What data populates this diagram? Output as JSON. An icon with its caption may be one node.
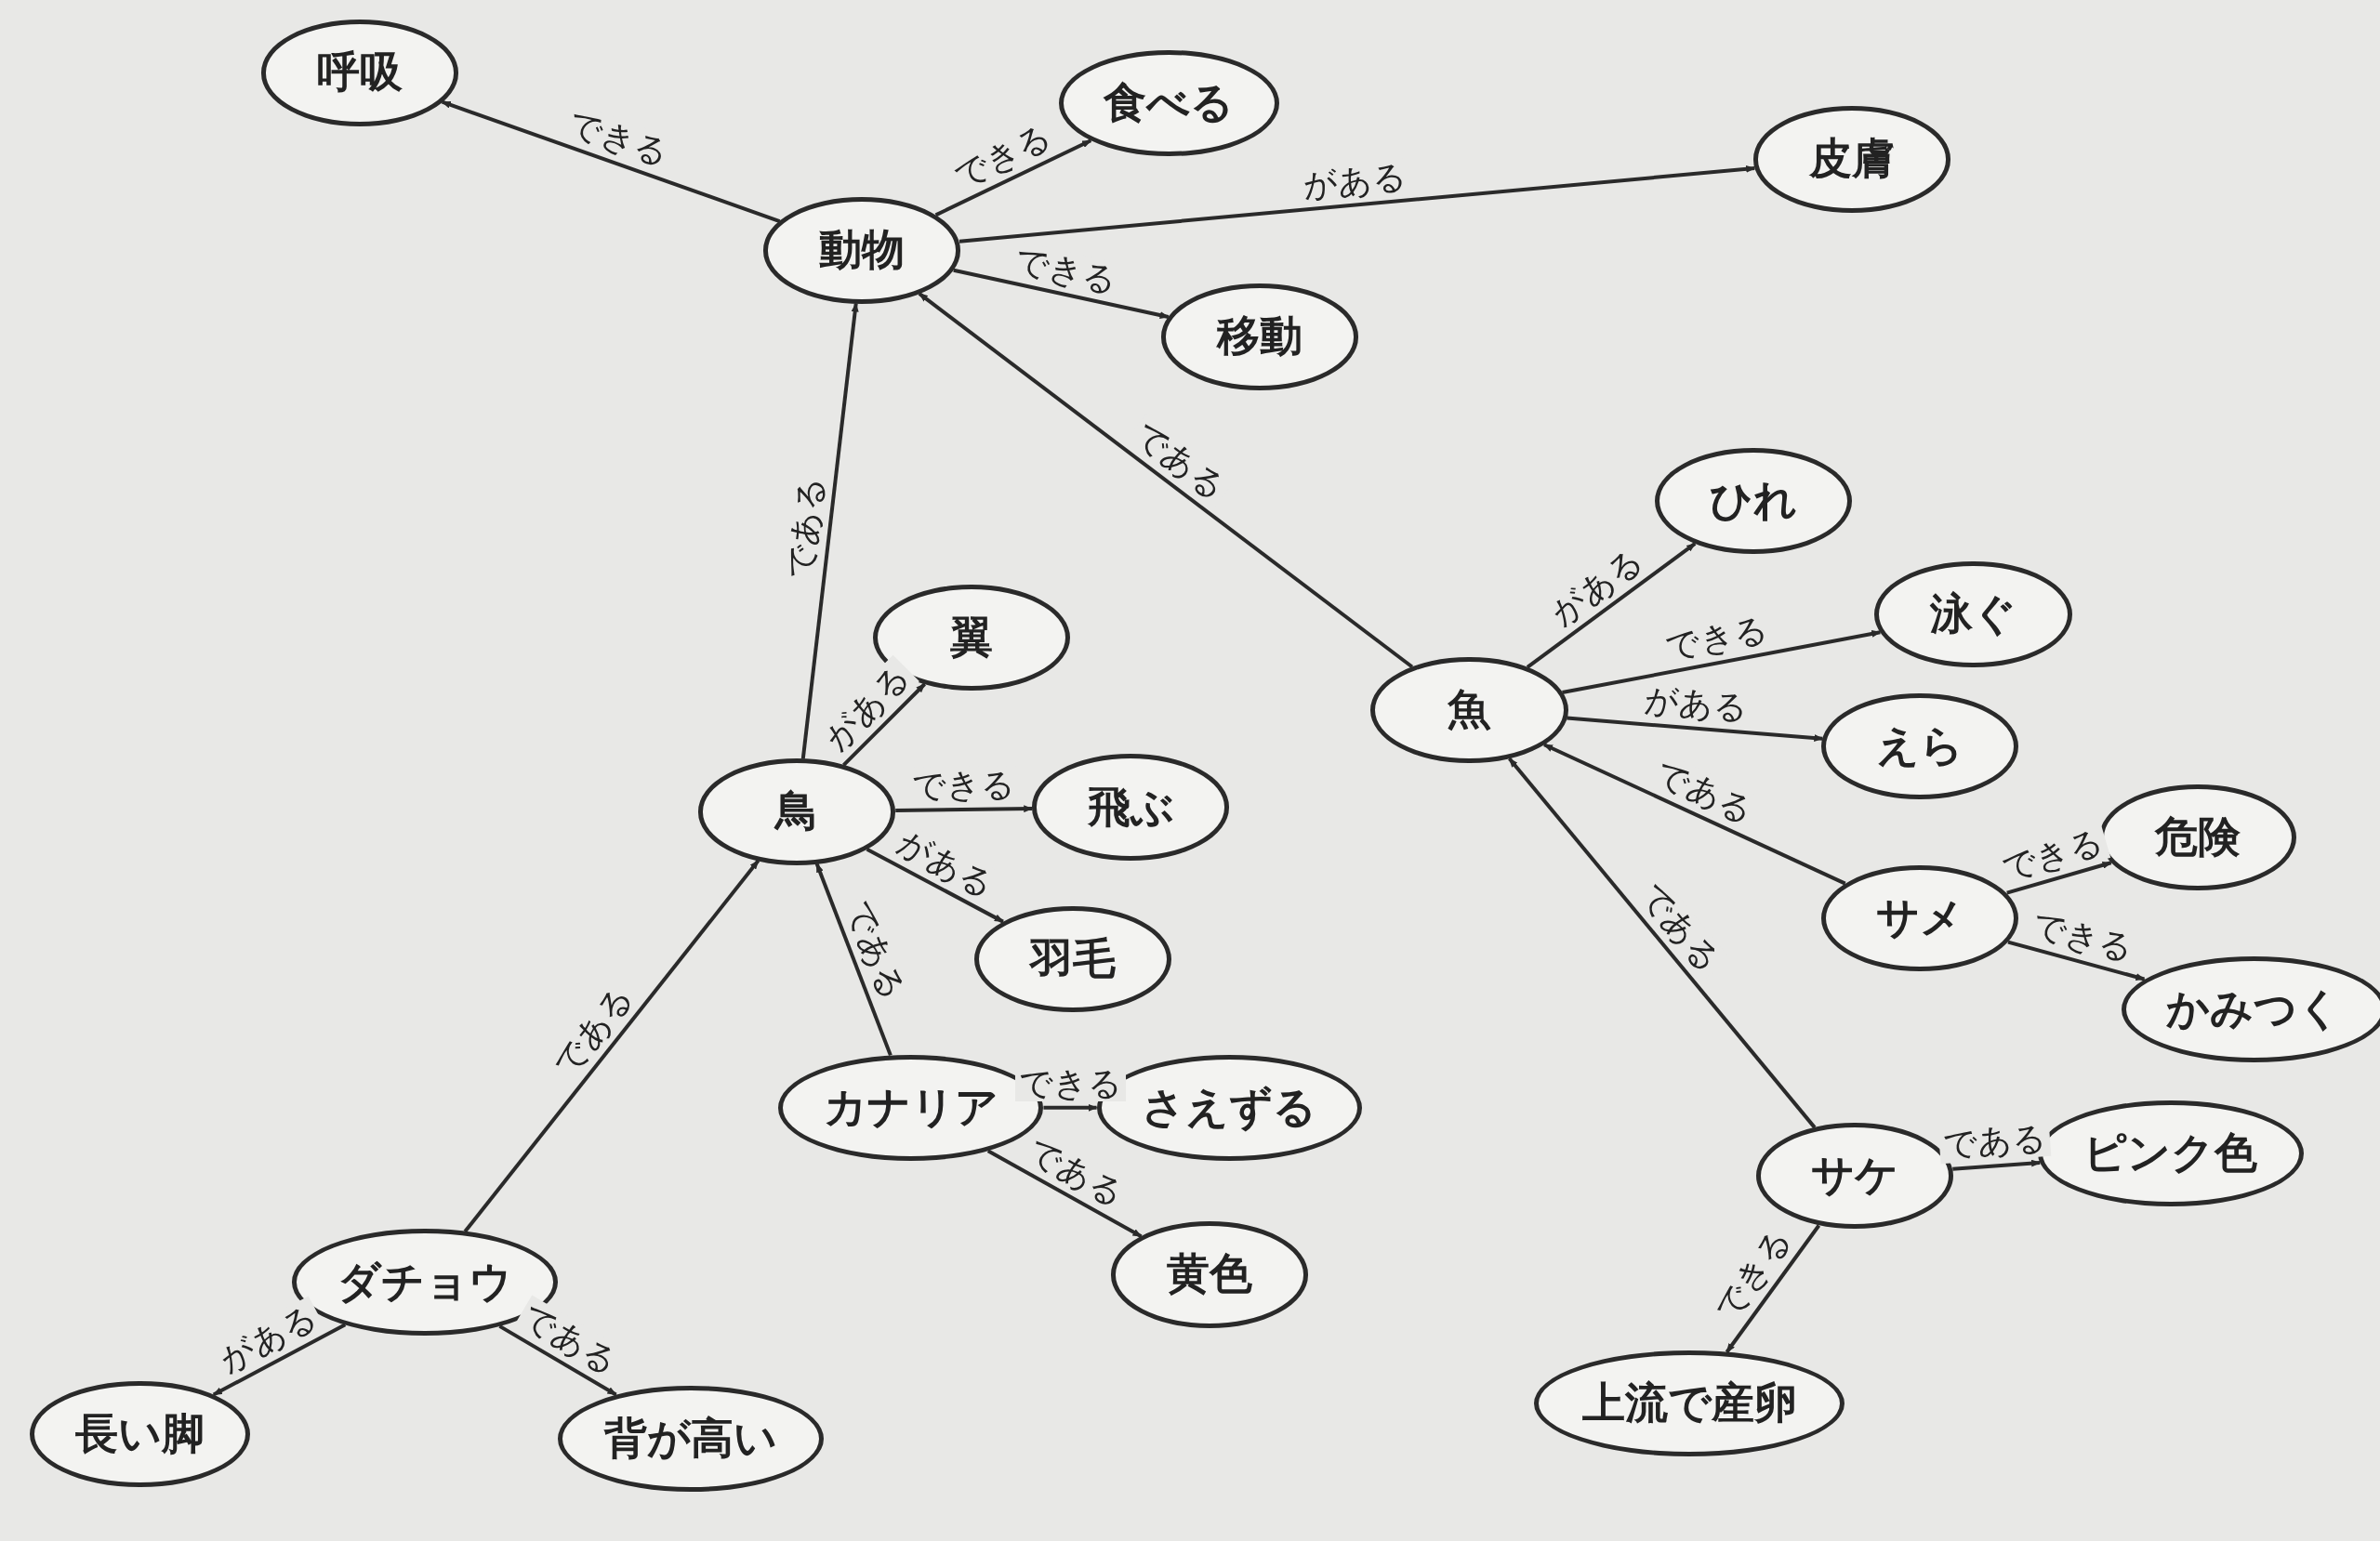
{
  "diagram": {
    "nodes": [
      {
        "text": [
          "呼吸"
        ]
      },
      {
        "text": [
          "食べる"
        ]
      },
      {
        "text": [
          "皮膚"
        ]
      },
      {
        "text": [
          "動物"
        ]
      },
      {
        "text": [
          "移動"
        ]
      },
      {
        "text": [
          "ひれ"
        ]
      },
      {
        "text": [
          "泳ぐ"
        ]
      },
      {
        "text": [
          "翼"
        ]
      },
      {
        "text": [
          "魚"
        ]
      },
      {
        "text": [
          "えら"
        ]
      },
      {
        "text": [
          "鳥"
        ]
      },
      {
        "text": [
          "飛ぶ"
        ]
      },
      {
        "text": [
          "危険"
        ]
      },
      {
        "text": [
          "サメ"
        ]
      },
      {
        "text": [
          "羽毛"
        ]
      },
      {
        "text": [
          "かみつく"
        ]
      },
      {
        "text": [
          "カナリア"
        ]
      },
      {
        "text": [
          "さえずる"
        ]
      },
      {
        "text": [
          "サケ"
        ]
      },
      {
        "text": [
          "ピンク色"
        ]
      },
      {
        "text": [
          "黄色"
        ]
      },
      {
        "text": [
          "ダチョウ"
        ]
      },
      {
        "text": [
          "長い脚"
        ]
      },
      {
        "text": [
          "背が高い"
        ]
      },
      {
        "text": [
          "上流で産卵"
        ]
      }
    ],
    "edges": [
      {
        "from": 3,
        "to": 0,
        "arrow": "to",
        "label": "できる"
      },
      {
        "from": 3,
        "to": 1,
        "arrow": "to",
        "label": "できる"
      },
      {
        "from": 3,
        "to": 2,
        "arrow": "to",
        "label": "がある"
      },
      {
        "from": 3,
        "to": 4,
        "arrow": "to",
        "label": "できる"
      },
      {
        "from": 10,
        "to": 3,
        "arrow": "to",
        "label": "である"
      },
      {
        "from": 8,
        "to": 3,
        "arrow": "to",
        "label": "である"
      },
      {
        "from": 8,
        "to": 5,
        "arrow": "to",
        "label": "がある"
      },
      {
        "from": 8,
        "to": 6,
        "arrow": "to",
        "label": "できる"
      },
      {
        "from": 8,
        "to": 9,
        "arrow": "to",
        "label": "がある"
      },
      {
        "from": 10,
        "to": 7,
        "arrow": "to",
        "label": "がある"
      },
      {
        "from": 10,
        "to": 11,
        "arrow": "to",
        "label": "できる"
      },
      {
        "from": 10,
        "to": 14,
        "arrow": "to",
        "label": "がある"
      },
      {
        "from": 13,
        "to": 8,
        "arrow": "to",
        "label": "である"
      },
      {
        "from": 13,
        "to": 12,
        "arrow": "to",
        "label": "できる"
      },
      {
        "from": 13,
        "to": 15,
        "arrow": "to",
        "label": "できる"
      },
      {
        "from": 16,
        "to": 10,
        "arrow": "to",
        "label": "である"
      },
      {
        "from": 16,
        "to": 17,
        "arrow": "to",
        "label": "できる"
      },
      {
        "from": 16,
        "to": 20,
        "arrow": "to",
        "label": "である"
      },
      {
        "from": 18,
        "to": 8,
        "arrow": "to",
        "label": "である"
      },
      {
        "from": 18,
        "to": 19,
        "arrow": "to",
        "label": "である"
      },
      {
        "from": 18,
        "to": 24,
        "arrow": "to",
        "label": "できる"
      },
      {
        "from": 21,
        "to": 10,
        "arrow": "to",
        "label": "である"
      },
      {
        "from": 21,
        "to": 22,
        "arrow": "to",
        "label": "がある"
      },
      {
        "from": 21,
        "to": 23,
        "arrow": "to",
        "label": "である"
      }
    ]
  }
}
